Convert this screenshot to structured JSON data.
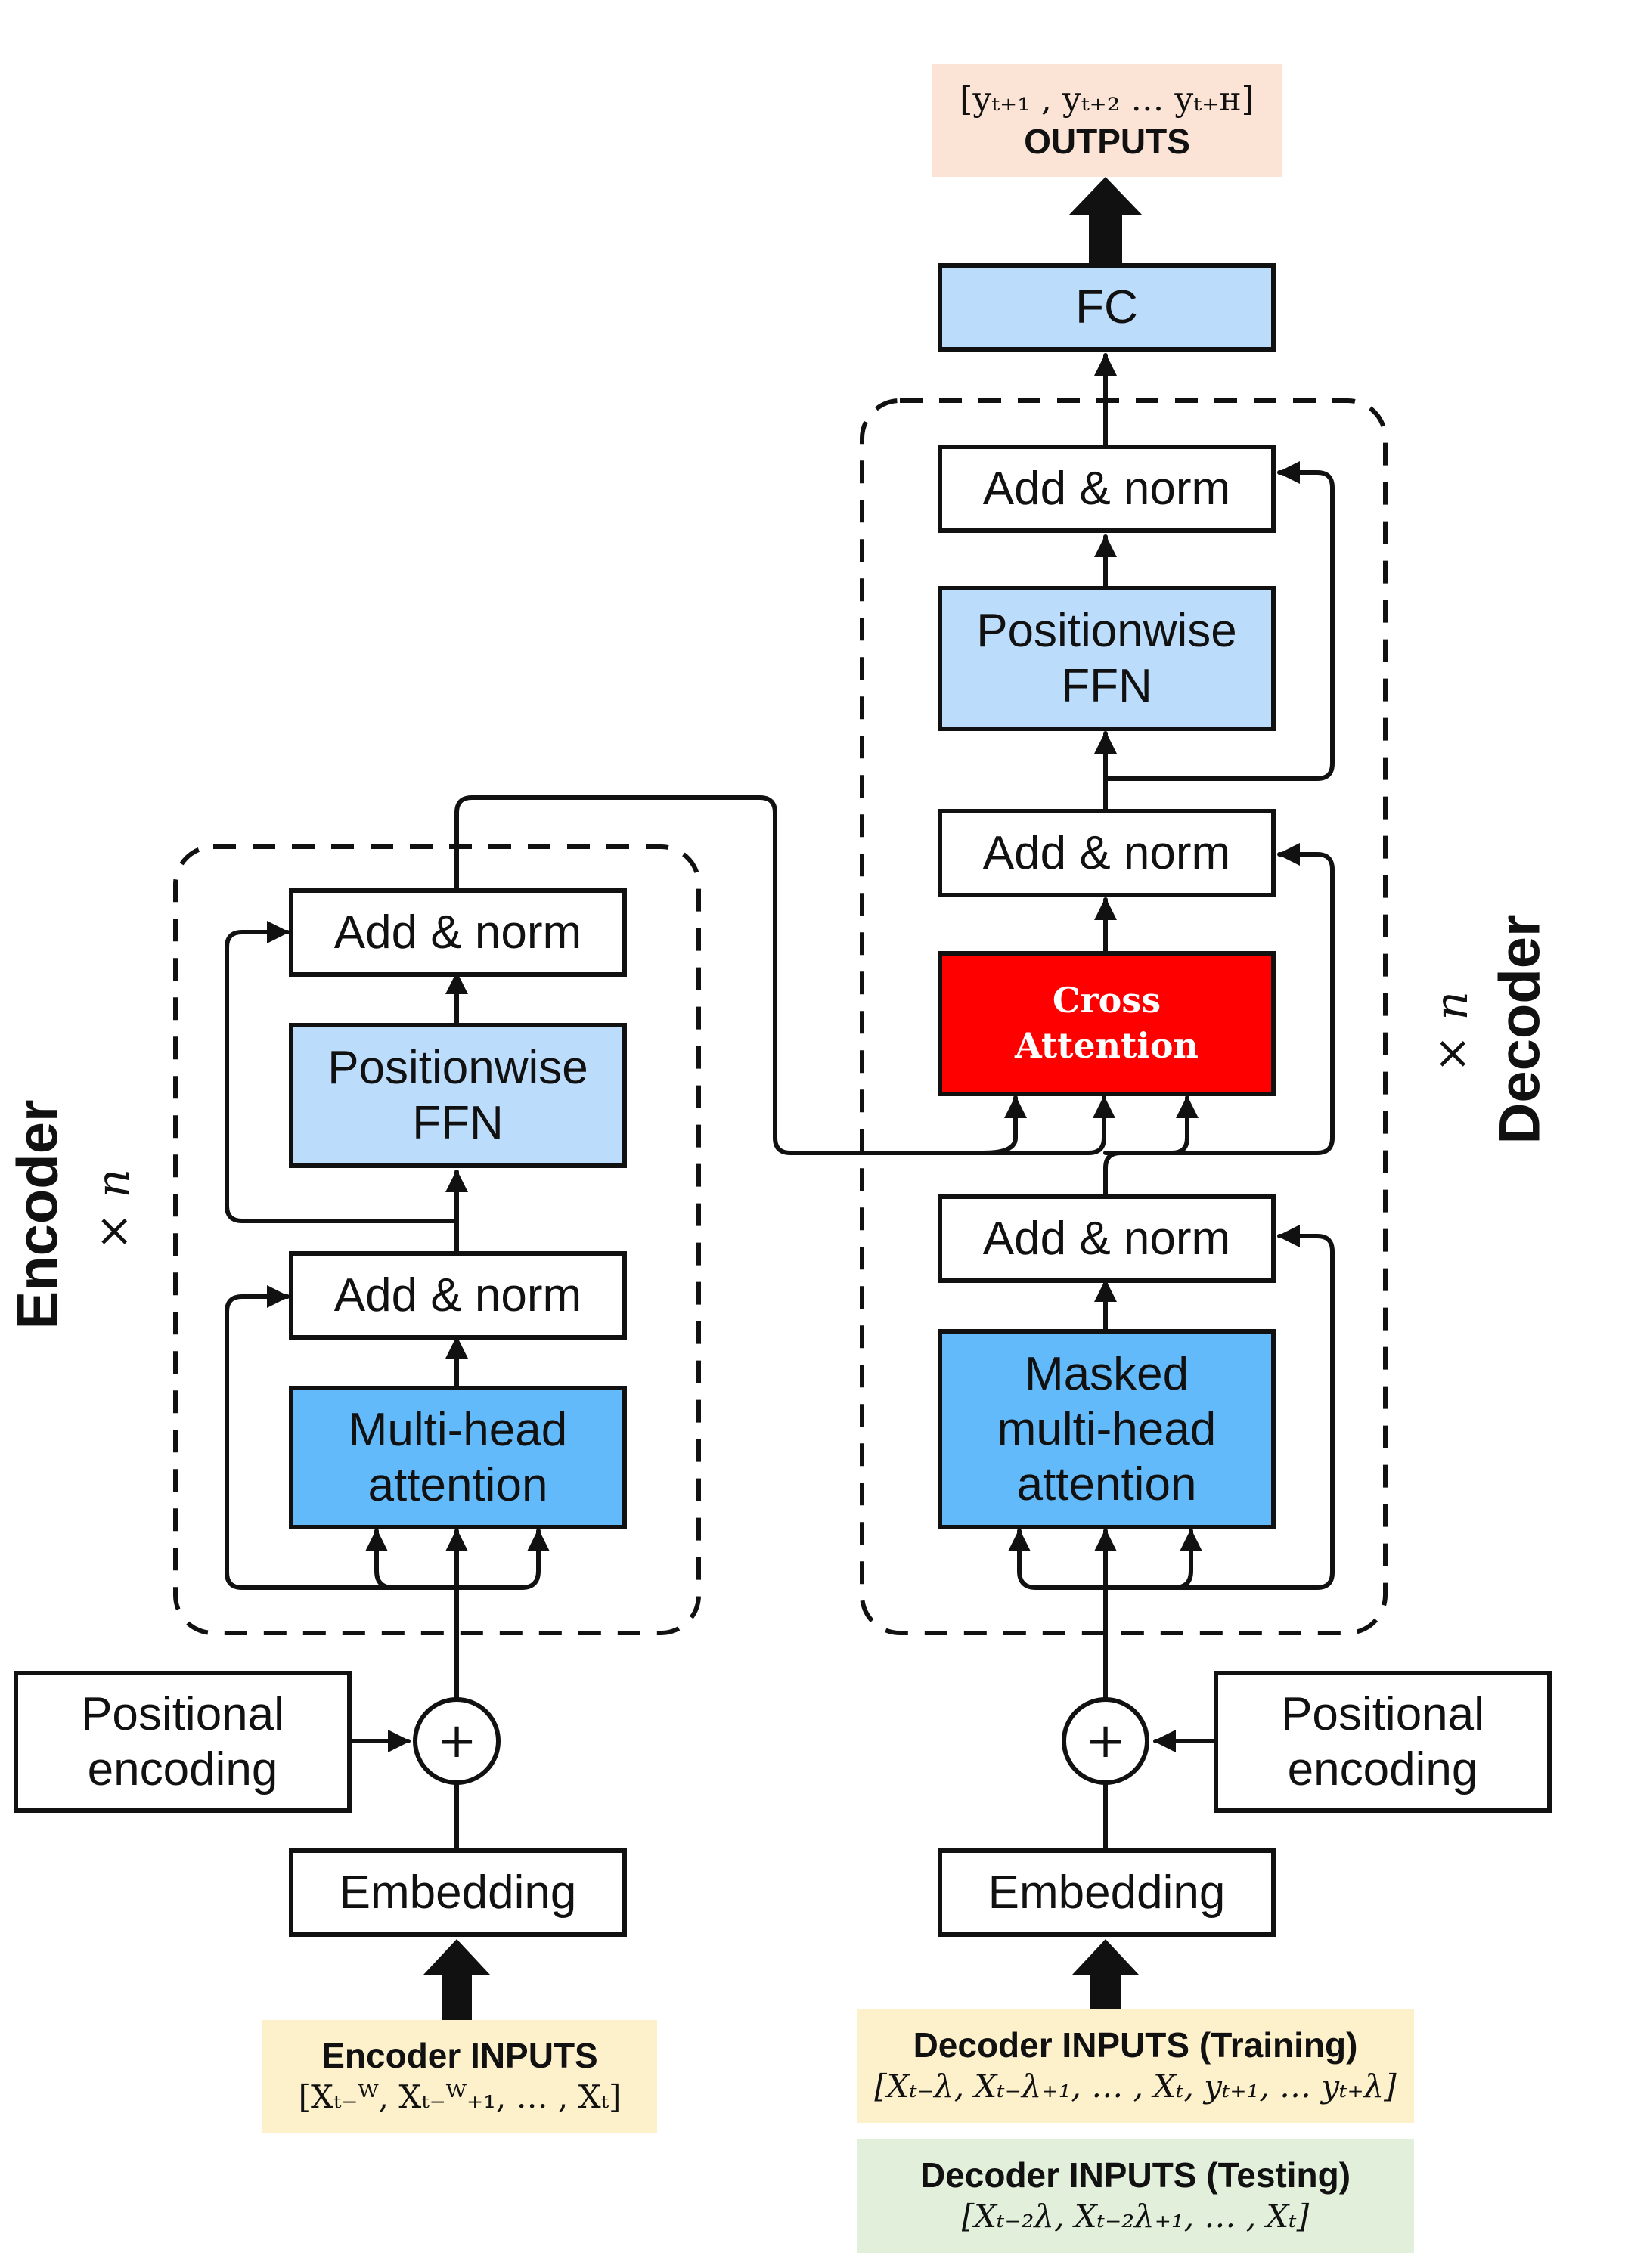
{
  "outputs": {
    "formula": "[yₜ₊₁ , yₜ₊₂  … yₜ₊ʜ]",
    "title": "OUTPUTS"
  },
  "decoder": {
    "fc": "FC",
    "add_norm_top": "Add & norm",
    "ffn_line1": "Positionwise",
    "ffn_line2": "FFN",
    "add_norm_mid": "Add & norm",
    "cross_line1": "Cross",
    "cross_line2": "Attention",
    "add_norm_low": "Add & norm",
    "masked_line1": "Masked",
    "masked_line2": "multi-head",
    "masked_line3": "attention",
    "plus": "+",
    "pos_line1": "Positional",
    "pos_line2": "encoding",
    "embedding": "Embedding",
    "label": "Decoder",
    "repeat": "× n",
    "inputs_training_title": "Decoder INPUTS (Training)",
    "inputs_training_formula": "[Xₜ₋λ, Xₜ₋λ₊₁, … , Xₜ, yₜ₊₁, … yₜ₊λ]",
    "inputs_testing_title": "Decoder INPUTS (Testing)",
    "inputs_testing_formula": "[Xₜ₋₂λ, Xₜ₋₂λ₊₁, … , Xₜ]"
  },
  "encoder": {
    "add_norm_top": "Add & norm",
    "ffn_line1": "Positionwise",
    "ffn_line2": "FFN",
    "add_norm_low": "Add & norm",
    "mha_line1": "Multi-head",
    "mha_line2": "attention",
    "plus": "+",
    "pos_line1": "Positional",
    "pos_line2": "encoding",
    "embedding": "Embedding",
    "label": "Encoder",
    "repeat": "× n",
    "inputs_title": "Encoder INPUTS",
    "inputs_formula": "[Xₜ₋ᵂ, Xₜ₋ᵂ₊₁, … , Xₜ]"
  },
  "colors": {
    "light_blue": "#bcdcfb",
    "mid_blue": "#62bafa",
    "cross_attention": "#ff0000",
    "outputs_panel": "#fbe4d6",
    "encoder_inputs_panel": "#fdf1cc",
    "decoder_training_panel": "#fdf1cc",
    "decoder_testing_panel": "#e1efdb"
  }
}
